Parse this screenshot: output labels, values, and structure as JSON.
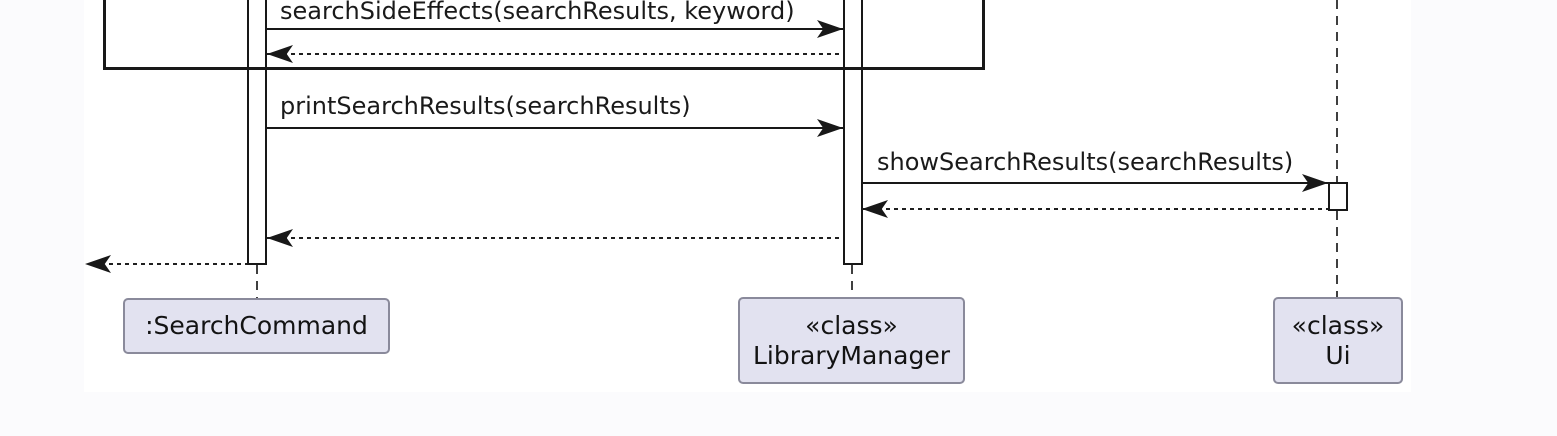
{
  "title": "UML sequence diagram - search command flow",
  "colors": {
    "diagram_background": "#ffffff",
    "page_background": "#fbfbfd",
    "line": "#181818",
    "lifeline": "#3f3f3f",
    "participant_fill": "#e2e2f0",
    "participant_border": "#8a8a9b",
    "text": "#1a1a1a"
  },
  "participants": [
    {
      "label": ":SearchCommand",
      "stereotype": ""
    },
    {
      "label": "LibraryManager",
      "stereotype": "«class»"
    },
    {
      "label": "Ui",
      "stereotype": "«class»"
    }
  ],
  "messages": [
    {
      "label": "searchSideEffects(searchResults, keyword)",
      "from": ":SearchCommand",
      "to": "LibraryManager",
      "kind": "call"
    },
    {
      "label": "",
      "from": "LibraryManager",
      "to": ":SearchCommand",
      "kind": "return"
    },
    {
      "label": "printSearchResults(searchResults)",
      "from": ":SearchCommand",
      "to": "LibraryManager",
      "kind": "call"
    },
    {
      "label": "showSearchResults(searchResults)",
      "from": "LibraryManager",
      "to": "Ui",
      "kind": "call"
    },
    {
      "label": "",
      "from": "Ui",
      "to": "LibraryManager",
      "kind": "return"
    },
    {
      "label": "",
      "from": "LibraryManager",
      "to": ":SearchCommand",
      "kind": "return"
    },
    {
      "label": "",
      "from": ":SearchCommand",
      "to": "caller",
      "kind": "return"
    }
  ]
}
